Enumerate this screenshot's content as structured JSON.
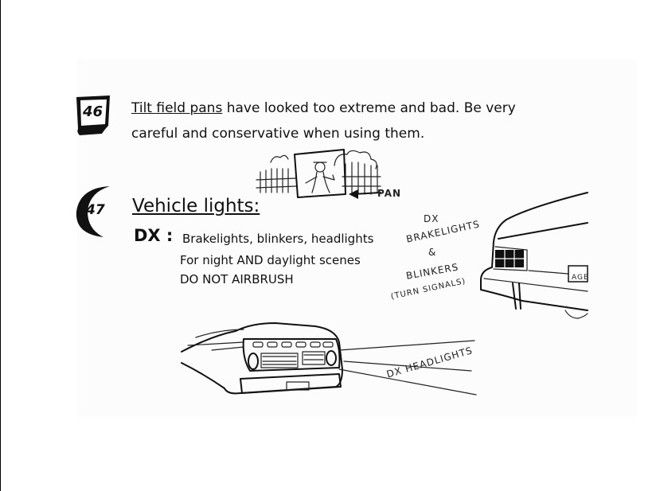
{
  "note46": {
    "number": "46",
    "title_underlined": "Tilt field pans",
    "line1_rest": " have looked too extreme and bad. Be very",
    "line2": "careful and conservative when using them."
  },
  "pan_sketch": {
    "label": "PAN"
  },
  "note47": {
    "number": "47",
    "heading": "Vehicle lights:",
    "dx_label": "DX :",
    "line1": "Brakelights, blinkers, headlights",
    "line2": "For night AND daylight scenes",
    "line3": "DO NOT AIRBRUSH"
  },
  "rear_car_sketch": {
    "annotation_lines": [
      "DX",
      "BRAKELIGHTS",
      "&",
      "BLINKERS",
      "(TURN SIGNALS)"
    ],
    "plate": "AGE"
  },
  "front_car_sketch": {
    "annotation": "DX HEADLIGHTS"
  }
}
